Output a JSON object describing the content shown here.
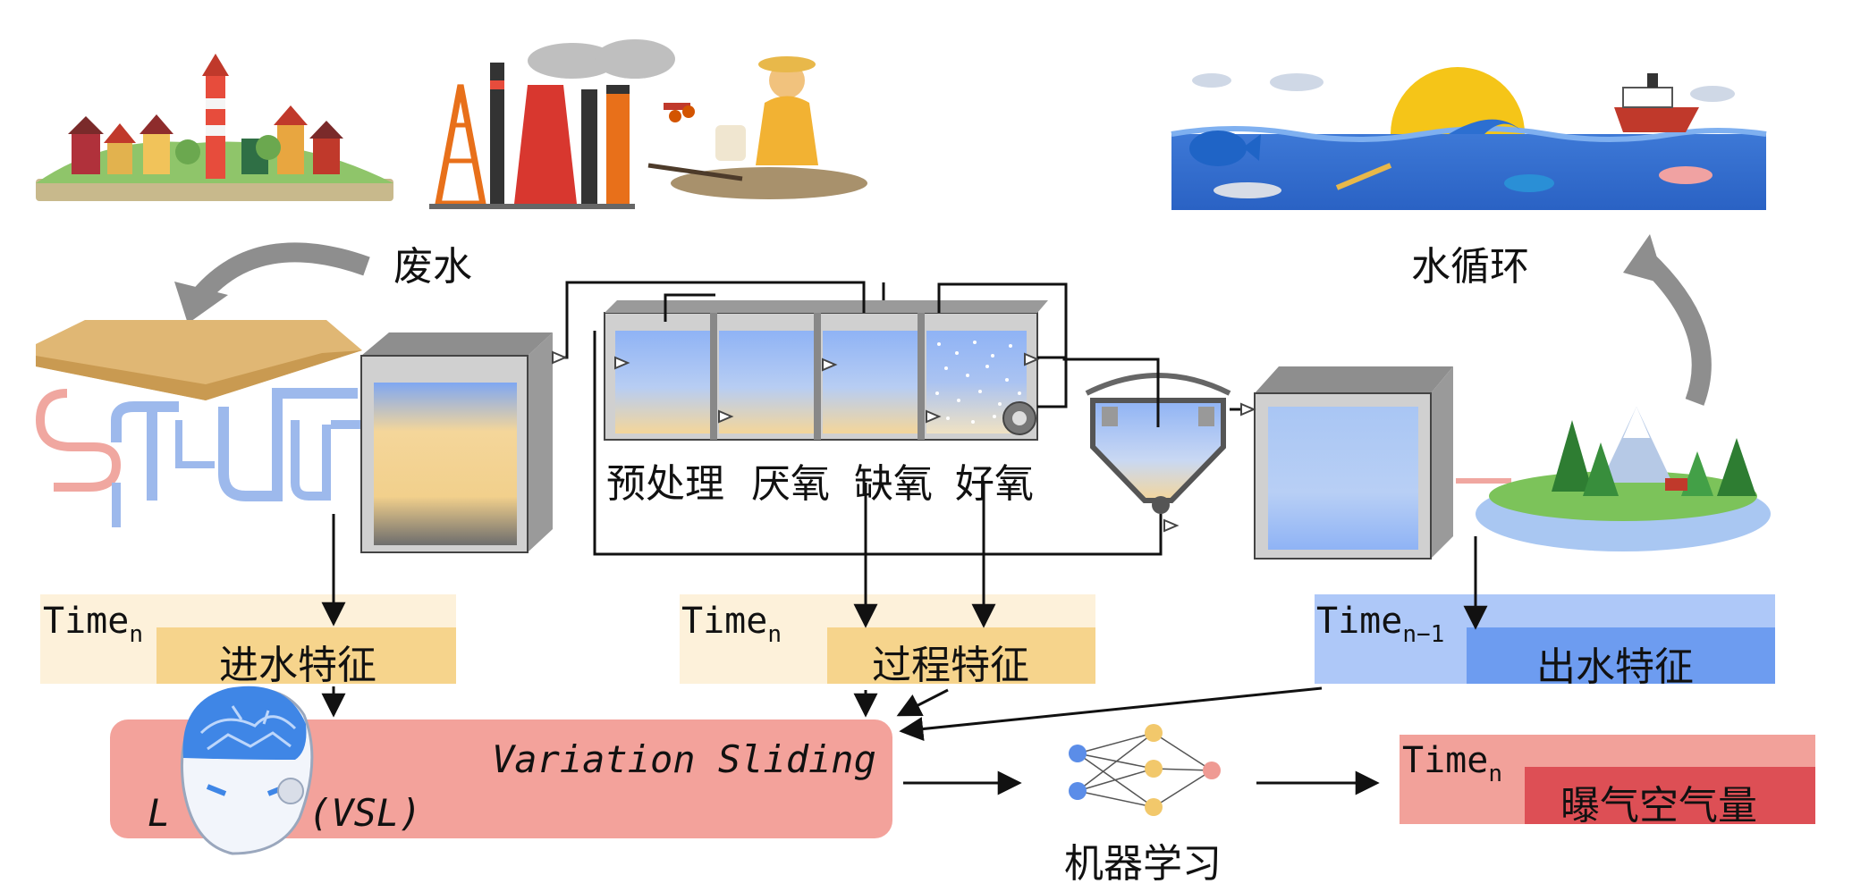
{
  "labels": {
    "wastewater": "废水",
    "water_cycle": "水循环",
    "stage_pretreatment": "预处理",
    "stage_anaerobic": "厌氧",
    "stage_anoxic": "缺氧",
    "stage_aerobic": "好氧",
    "machine_learning": "机器学习"
  },
  "feature_boxes": {
    "inflow": {
      "time": "Time",
      "sub": "n",
      "label": "进水特征"
    },
    "process": {
      "time": "Time",
      "sub": "n",
      "label": "过程特征"
    },
    "outflow": {
      "time": "Time",
      "sub": "n−1",
      "label": "出水特征"
    },
    "aeration": {
      "time": "Time",
      "sub": "n",
      "label": "曝气空气量"
    }
  },
  "vsl": {
    "line1": "Variation Sliding",
    "line2_prefix": "L",
    "line2_suffix": "(VSL)"
  },
  "colors": {
    "inflow_light": "#fdf1da",
    "inflow_dark": "#f6d48c",
    "process_light": "#fdf1da",
    "process_dark": "#f6d48c",
    "outflow_light": "#aec8f8",
    "outflow_dark": "#6d9cf0",
    "aeration_light": "#f2a19a",
    "aeration_dark": "#dd4f55",
    "vsl_box": "#f3a29b",
    "water_blue": "#8fb3f5",
    "water_sand": "#f4d69a"
  }
}
